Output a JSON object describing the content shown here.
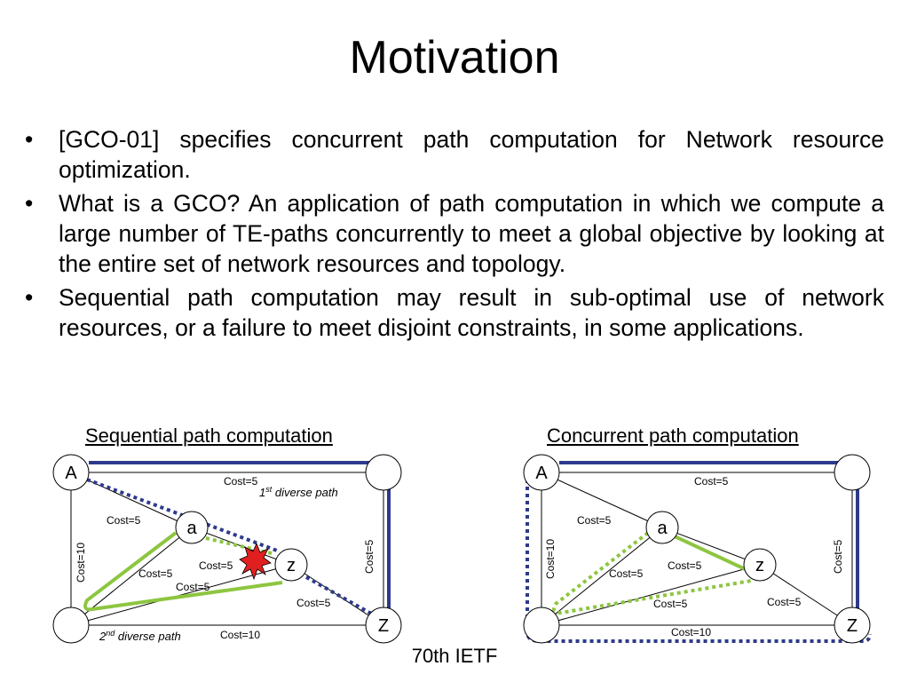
{
  "slide": {
    "title": "Motivation",
    "bullets": [
      "[GCO-01] specifies concurrent path computation for Network resource optimization.",
      "What is a GCO? An application of path computation in which we compute a large number of TE-paths concurrently to meet a global objective by looking at the entire set of network resources and topology.",
      "Sequential path computation may result in sub-optimal use of network resources, or a failure to meet disjoint constraints, in some applications."
    ],
    "bullet_symbol": "•",
    "footer": "70th IETF"
  },
  "diagrams": {
    "sequential": {
      "caption": "Sequential path computation",
      "node_A": "A",
      "node_a": "a",
      "node_z": "z",
      "node_Z": "Z",
      "cost_top": "Cost=5",
      "cost_left": "Cost=10",
      "cost_right": "Cost=5",
      "cost_bottom": "Cost=10",
      "cost_A_a": "Cost=5",
      "cost_a_bl": "Cost=5",
      "cost_a_z": "Cost=5",
      "cost_bl_z": "Cost=5",
      "cost_z_Z": "Cost=5",
      "path1_sup": "st",
      "path1_num": "1",
      "path1_text": " diverse path",
      "path2_num": "2",
      "path2_sup": "nd",
      "path2_text": " diverse path"
    },
    "concurrent": {
      "caption": "Concurrent path computation",
      "node_A": "A",
      "node_a": "a",
      "node_z": "z",
      "node_Z": "Z",
      "cost_top": "Cost=5",
      "cost_left": "Cost=10",
      "cost_right": "Cost=5",
      "cost_bottom": "Cost=10",
      "cost_A_a": "Cost=5",
      "cost_a_bl": "Cost=5",
      "cost_a_z": "Cost=5",
      "cost_bl_z": "Cost=5",
      "cost_z_Z": "Cost=5"
    }
  },
  "colors": {
    "path_blue": "#2E3A8C",
    "path_green": "#8DC63F",
    "failure_red": "#E02020"
  }
}
